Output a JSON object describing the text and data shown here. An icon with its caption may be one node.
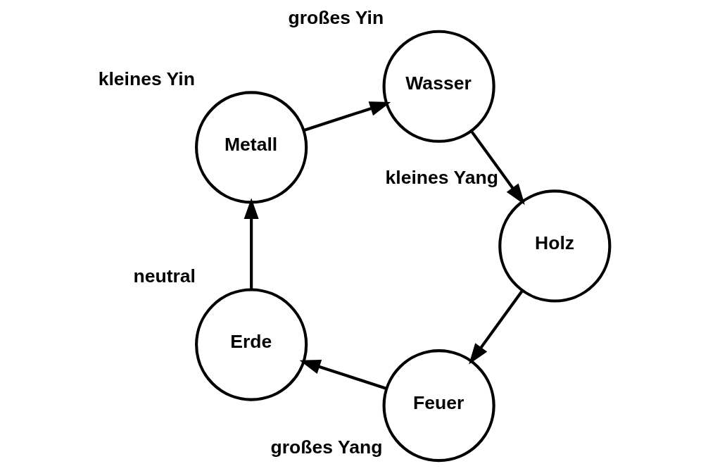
{
  "diagram": {
    "nodes": [
      {
        "text": [
          "Feuer"
        ],
        "beside": [
          "großes Yang"
        ]
      },
      {
        "text": [
          "Erde"
        ],
        "beside": [
          "neutral"
        ]
      },
      {
        "text": [
          "Metall"
        ],
        "beside": [
          "kleines Yin"
        ]
      },
      {
        "text": [
          "Wasser"
        ],
        "beside": [
          "großes Yin"
        ]
      },
      {
        "text": [
          "Holz"
        ],
        "beside": [
          "kleines Yang"
        ]
      }
    ],
    "edges": [
      {
        "from": 0,
        "to": 1,
        "arrow": "to"
      },
      {
        "from": 1,
        "to": 2,
        "arrow": "to"
      },
      {
        "from": 2,
        "to": 3,
        "arrow": "to"
      },
      {
        "from": 3,
        "to": 4,
        "arrow": "to"
      },
      {
        "from": 4,
        "to": 0,
        "arrow": "to"
      }
    ]
  }
}
